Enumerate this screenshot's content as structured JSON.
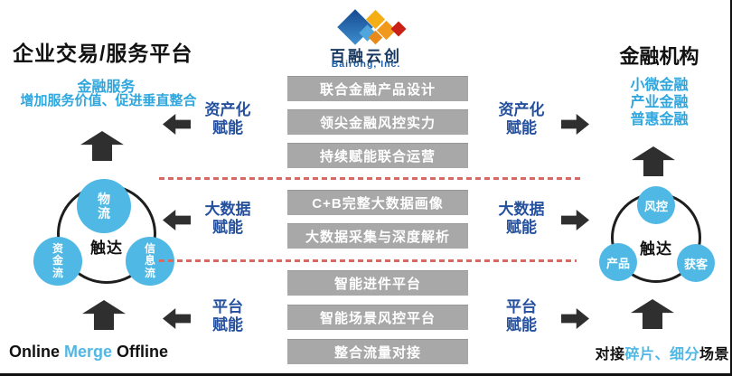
{
  "logo": {
    "name": "百融云创",
    "company": "Bairong, Inc."
  },
  "left": {
    "title": "企业交易/服务平台",
    "subtitle1": "金融服务",
    "subtitle2": "增加服务价值、促进垂直整合",
    "cycle": {
      "center": "触达",
      "top": "物流",
      "bottom_left": "资金流",
      "bottom_right": "信息流"
    },
    "footer_pre": "Online ",
    "footer_mid": "Merge",
    "footer_post": " Offline"
  },
  "right": {
    "title": "金融机构",
    "subtitles": [
      "小微金融",
      "产业金融",
      "普惠金融"
    ],
    "cycle": {
      "center": "触达",
      "top": "风控",
      "bottom_left": "产品",
      "bottom_right": "获客"
    },
    "footer_pre": "对接",
    "footer_mid": "碎片、细分",
    "footer_post": "场景"
  },
  "groups": [
    {
      "label1": "资产化",
      "label2": "赋能",
      "boxes": [
        "联合金融产品设计",
        "领尖金融风控实力",
        "持续赋能联合运营"
      ]
    },
    {
      "label1": "大数据",
      "label2": "赋能",
      "boxes": [
        "C+B完整大数据画像",
        "大数据采集与深度解析"
      ]
    },
    {
      "label1": "平台",
      "label2": "赋能",
      "boxes": [
        "智能进件平台",
        "智能场景风控平台",
        "整合流量对接"
      ]
    }
  ],
  "colors": {
    "accent_light_blue": "#2FA7DE",
    "accent_dark_blue": "#24509E",
    "node_fill": "#4FB8E5",
    "box_gray": "#A8A8A8",
    "divider_red": "#D66A62",
    "arrow_dark": "#2F2F2F",
    "logo_blue": "#1A4F9C",
    "logo_orange": "#F6AE17",
    "logo_red": "#CB2016"
  }
}
